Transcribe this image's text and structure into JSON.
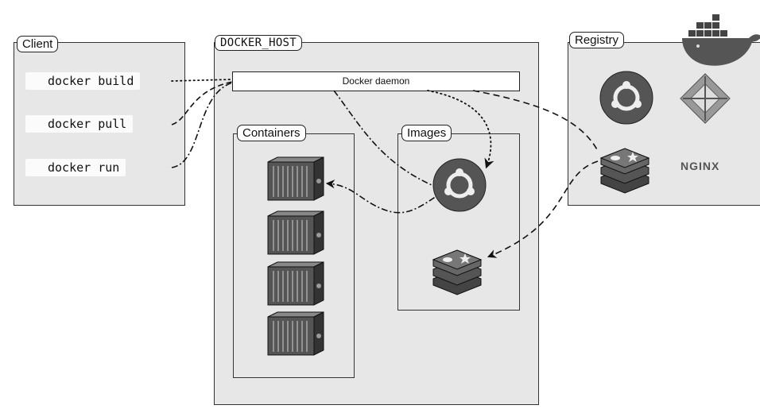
{
  "client": {
    "title": "Client",
    "commands": [
      "docker build",
      "docker pull",
      "docker run"
    ]
  },
  "host": {
    "title": "DOCKER_HOST",
    "daemon_label": "Docker daemon",
    "containers_title": "Containers",
    "images_title": "Images"
  },
  "registry": {
    "title": "Registry",
    "nginx_label": "NGINX"
  },
  "icons": [
    "whale-icon",
    "ubuntu-icon",
    "centos-icon",
    "redis-icon",
    "nginx-logo",
    "container-icon"
  ],
  "colors": {
    "panel": "#e7e7e7",
    "line": "#222222"
  }
}
